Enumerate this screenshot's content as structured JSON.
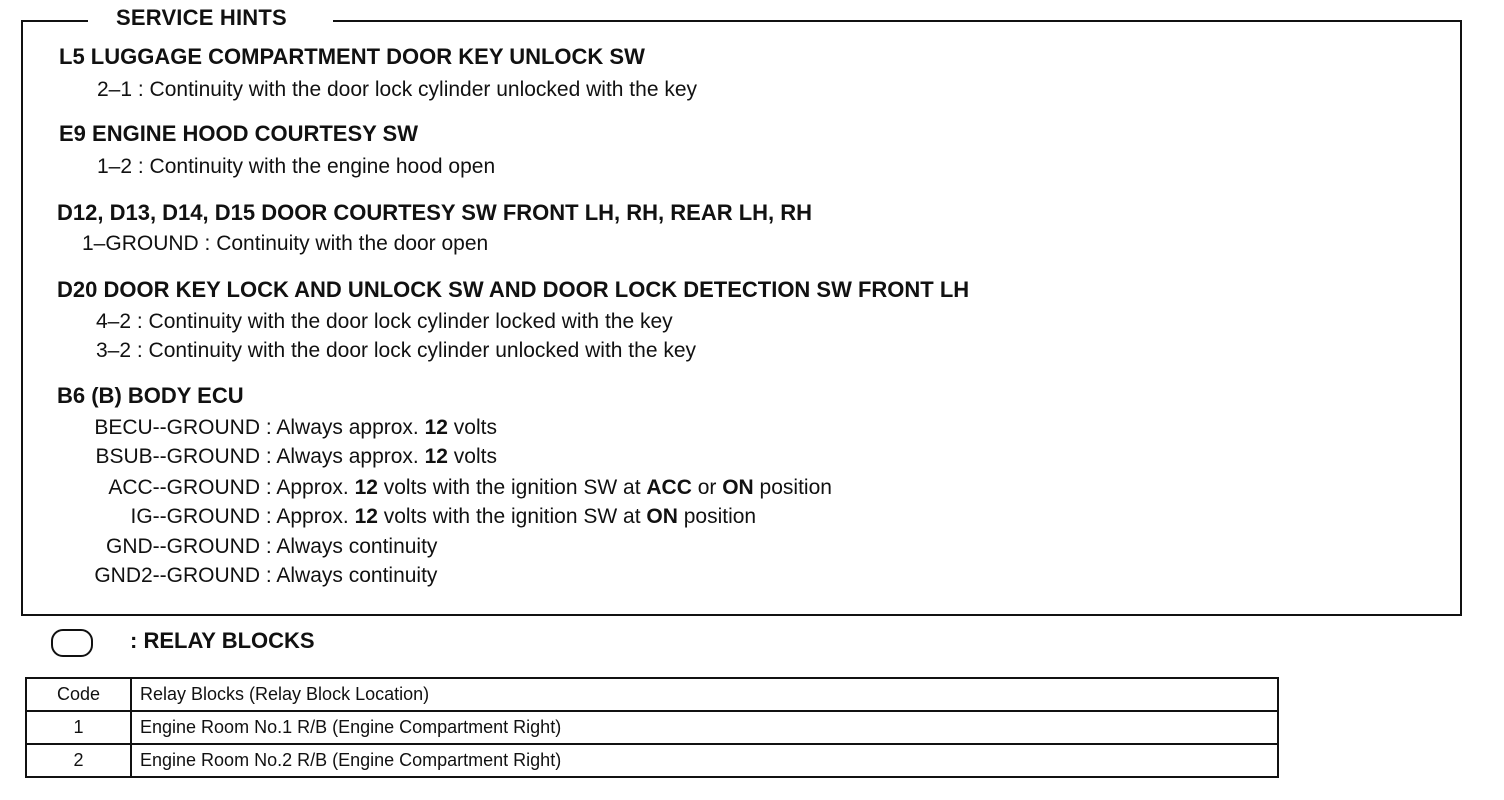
{
  "service_hints": {
    "title": "SERVICE HINTS",
    "sections": [
      {
        "heading": "L5  LUGGAGE COMPARTMENT DOOR KEY UNLOCK SW",
        "lines": [
          {
            "label": "2–1",
            "text": ": Continuity with the door lock cylinder unlocked with the key"
          }
        ]
      },
      {
        "heading": "E9  ENGINE HOOD COURTESY SW",
        "lines": [
          {
            "label": "1–2",
            "text": ": Continuity with the engine hood open"
          }
        ]
      },
      {
        "heading": "D12, D13, D14, D15  DOOR COURTESY SW FRONT LH, RH, REAR LH, RH",
        "lines": [
          {
            "label": "1–GROUND",
            "text": ": Continuity with the door open"
          }
        ]
      },
      {
        "heading": "D20  DOOR KEY LOCK AND UNLOCK SW AND DOOR LOCK DETECTION SW FRONT LH",
        "lines": [
          {
            "label": "4–2",
            "text": ": Continuity with the door lock cylinder locked with the key"
          },
          {
            "label": "3–2",
            "text": ": Continuity with the door lock cylinder unlocked with the key"
          }
        ]
      },
      {
        "heading": "B6 (B)  BODY ECU",
        "lines": [
          {
            "label": "BECU--GROUND",
            "p1": ": Always approx. ",
            "v": "12",
            "p2": " volts"
          },
          {
            "label": "BSUB--GROUND",
            "p1": ": Always approx. ",
            "v": "12",
            "p2": " volts"
          },
          {
            "label": "ACC--GROUND",
            "p1": ": Approx. ",
            "v": "12",
            "p2": " volts with the ignition SW at ",
            "k1": "ACC",
            "p3": " or ",
            "k2": "ON",
            "p4": " position"
          },
          {
            "label": "IG--GROUND",
            "p1": ": Approx. ",
            "v": "12",
            "p2": " volts with the ignition SW at ",
            "k1": "ON",
            "p3": " position"
          },
          {
            "label": "GND--GROUND",
            "text": ": Always continuity"
          },
          {
            "label": "GND2--GROUND",
            "text": ": Always continuity"
          }
        ]
      }
    ]
  },
  "relay_blocks": {
    "title": ": RELAY BLOCKS",
    "icon": "rounded-rectangle-relay-block-icon",
    "table": {
      "headers": [
        "Code",
        "Relay Blocks (Relay Block Location)"
      ],
      "rows": [
        [
          "1",
          "Engine Room No.1 R/B (Engine Compartment Right)"
        ],
        [
          "2",
          "Engine Room No.2 R/B (Engine Compartment Right)"
        ]
      ]
    }
  }
}
